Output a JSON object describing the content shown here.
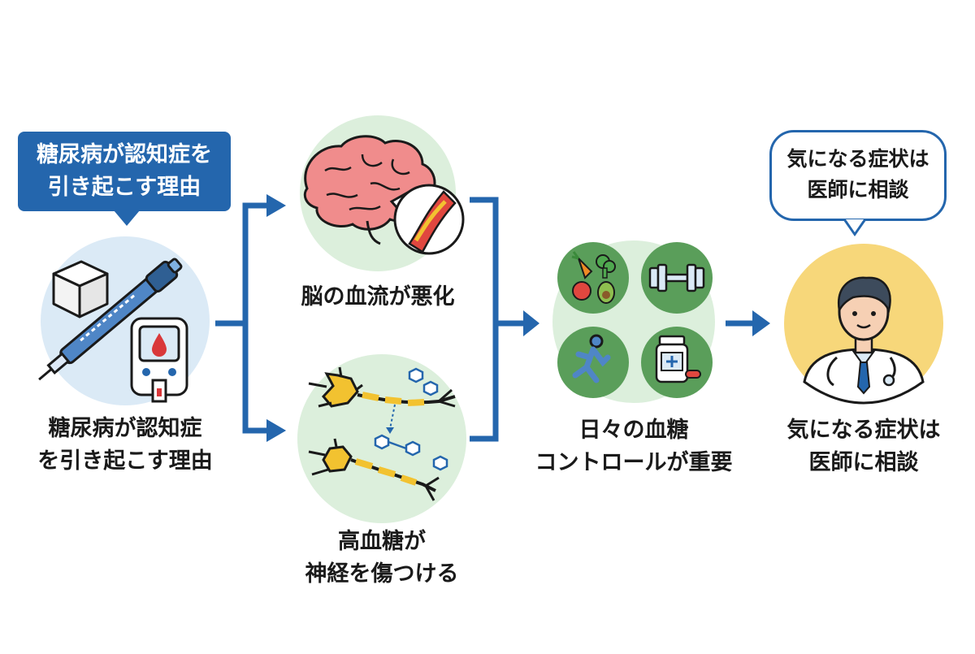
{
  "title": {
    "line1": "糖尿病が認知症を",
    "line2": "引き起こす理由"
  },
  "left_caption": {
    "line1": "糖尿病が認知症",
    "line2": "を引き起こす理由"
  },
  "brain_caption": "脳の血流が悪化",
  "neuron_caption": {
    "line1": "高血糖が",
    "line2": "神経を傷つける"
  },
  "control_caption": {
    "line1": "日々の血糖",
    "line2": "コントロールが重要"
  },
  "doctor_caption": {
    "line1": "気になる症状は",
    "line2": "医師に相談"
  },
  "doctor_bubble": {
    "line1": "気になる症状は",
    "line2": "医師に相談"
  },
  "colors": {
    "primary_blue": "#2466ad",
    "light_blue_circle": "#dbeaf6",
    "light_green_circle": "#dcefdc",
    "green_icon_circle": "#5a9e5a",
    "yellow_circle": "#f7d77a"
  },
  "icons": [
    "sugar-cube-icon",
    "insulin-pen-icon",
    "glucose-meter-icon",
    "brain-icon",
    "blood-vessel-icon",
    "neuron-icon",
    "vegetables-icon",
    "dumbbell-icon",
    "running-person-icon",
    "medicine-bottle-icon",
    "doctor-icon"
  ]
}
